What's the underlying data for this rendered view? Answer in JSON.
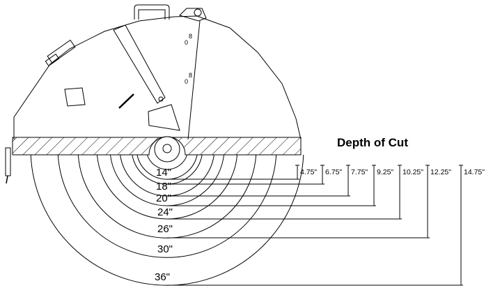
{
  "title": "Depth of Cut",
  "blades": [
    {
      "size": "14\"",
      "depth": "4.75\""
    },
    {
      "size": "18\"",
      "depth": "6.75\""
    },
    {
      "size": "20\"",
      "depth": "7.75\""
    },
    {
      "size": "24\"",
      "depth": "9.25\""
    },
    {
      "size": "26\"",
      "depth": "10.25\""
    },
    {
      "size": "30\"",
      "depth": "12.25\""
    },
    {
      "size": "36\"",
      "depth": "14.75\""
    }
  ]
}
